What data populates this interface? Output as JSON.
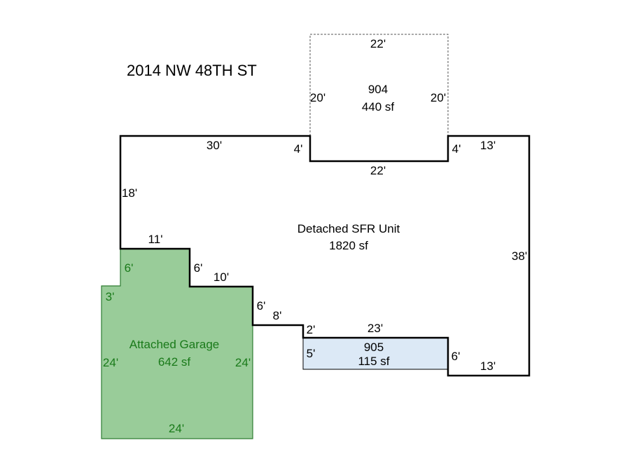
{
  "address": "2014 NW 48TH ST",
  "colors": {
    "main_outline": "#000000",
    "garage_fill": "#99cc99",
    "garage_stroke": "#2e7d32",
    "garage_text": "#1a7a1a",
    "area905_fill": "#dce9f6",
    "dashed_outline": "#555555"
  },
  "main_unit": {
    "name": "Detached SFR Unit",
    "area": "1820 sf"
  },
  "garage": {
    "name": "Attached Garage",
    "area": "642 sf"
  },
  "area_904": {
    "code": "904",
    "area": "440 sf"
  },
  "area_905": {
    "code": "905",
    "area": "115 sf"
  },
  "dimensions": {
    "top_904": "22'",
    "left_904": "20'",
    "right_904": "20'",
    "bottom_904": "22'",
    "main_top_left": "30'",
    "step_left_4": "4'",
    "step_right_4": "4'",
    "main_top_right": "13'",
    "main_left": "18'",
    "main_right": "38'",
    "garage_top": "11'",
    "garage_inner_6": "6'",
    "step_6a": "6'",
    "step_10": "10'",
    "step_6b": "6'",
    "step_8": "8'",
    "step_2": "2'",
    "bottom_23": "23'",
    "step_5": "5'",
    "step_6c": "6'",
    "main_bottom_right": "13'",
    "garage_3": "3'",
    "garage_left": "24'",
    "garage_right": "24'",
    "garage_bottom": "24'"
  }
}
